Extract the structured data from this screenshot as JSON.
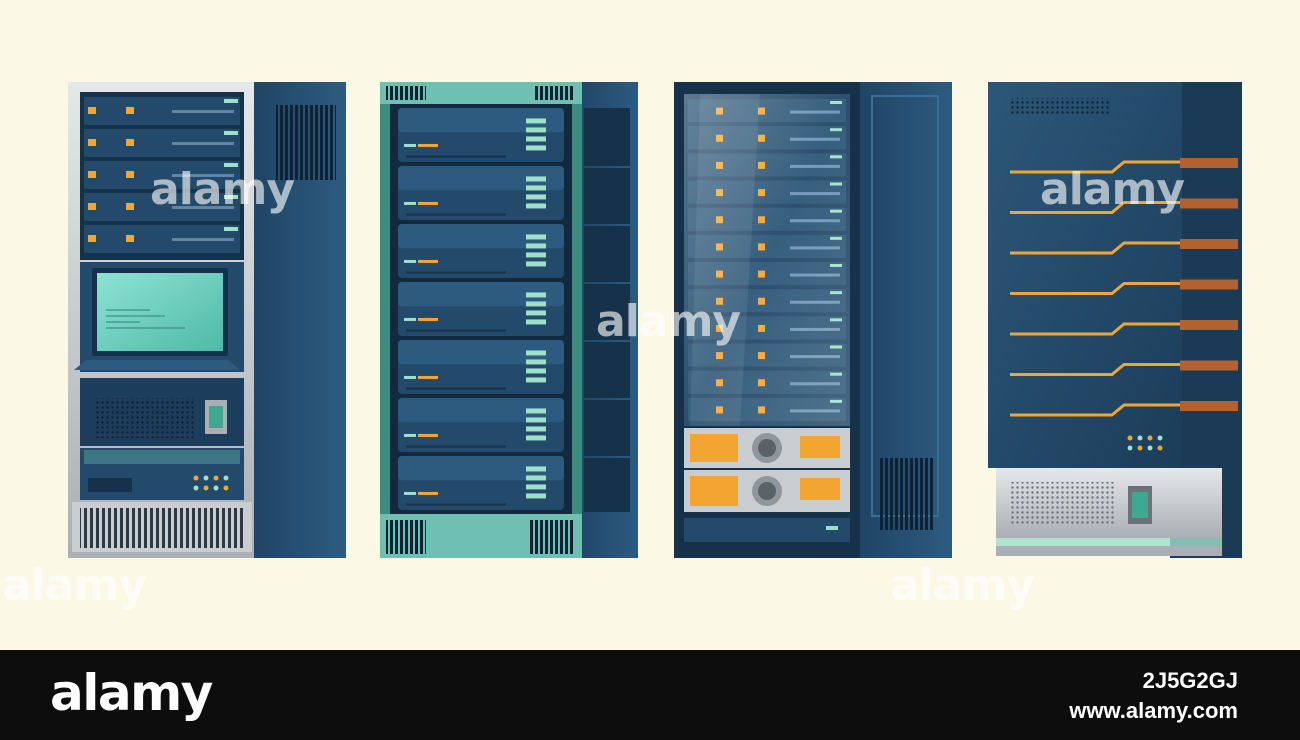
{
  "watermarks": {
    "rack1": "alamy",
    "center": "alamy",
    "rack4": "alamy",
    "bottom_left": "alamy",
    "bottom_right": "alamy"
  },
  "footer": {
    "logo": "alamy",
    "image_id": "2J5G2GJ",
    "url": "www.alamy.com"
  },
  "palette": {
    "background": "#fbf8e6",
    "rack_navy": "#234a6a",
    "rack_dark": "#16324a",
    "teal": "#5fb0a3",
    "indicator_orange": "#f2a531",
    "indicator_green": "#9fe0c9",
    "metal_gray": "#c9cdcf",
    "footer_black": "#0d0d0d"
  },
  "racks": [
    {
      "style": "rack-with-monitor",
      "server_units": 5
    },
    {
      "style": "teal-frame-rack",
      "server_units": 7
    },
    {
      "style": "glass-door-rack",
      "server_units": 12
    },
    {
      "style": "cabinet-with-stripes",
      "stripe_count": 7
    }
  ]
}
